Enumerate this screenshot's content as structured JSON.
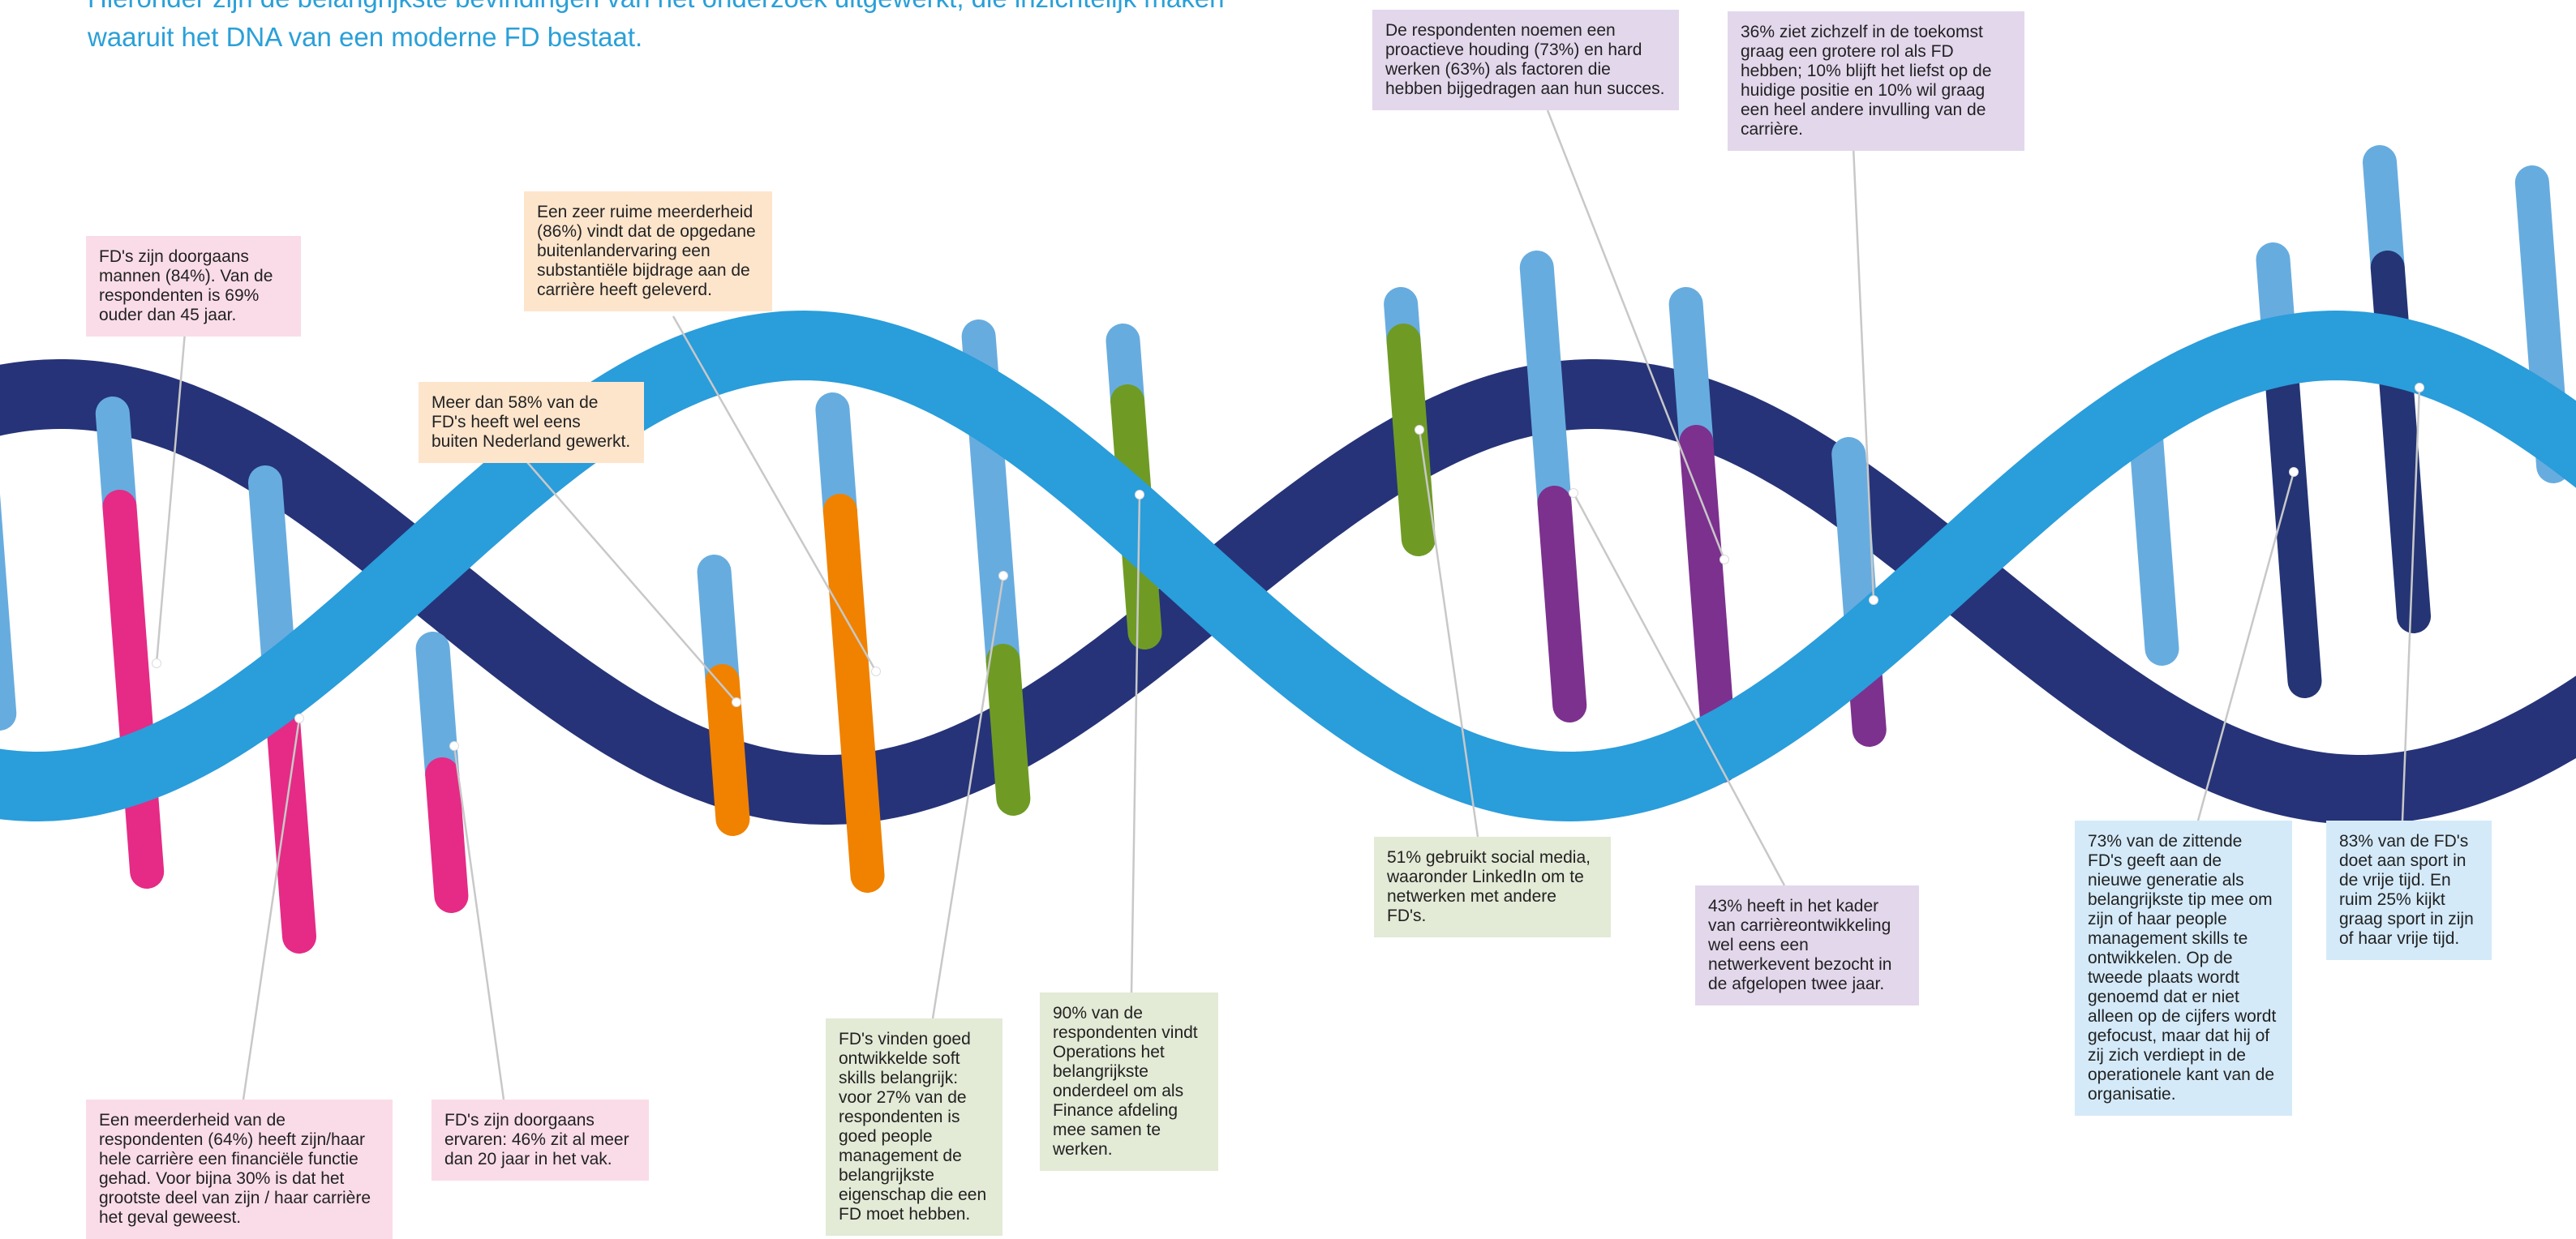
{
  "intro": {
    "line1": "Hieronder zijn de belangrijkste bevindingen van het onderzoek uitgewerkt, die inzichtelijk maken",
    "line2": "waaruit het DNA van een moderne FD bestaat."
  },
  "colors": {
    "backbone_dark": "#263378",
    "backbone_light": "#2a9ddb",
    "rung_base": "#67acdf",
    "pink": "#e52b86",
    "orange": "#f08200",
    "green": "#6f9b25",
    "purple": "#7c318e",
    "navy": "#243475",
    "leader_line": "#c8c8c8"
  },
  "findings": [
    {
      "id": "gender-age",
      "theme": "pink",
      "text": "FD's zijn doorgaans mannen (84%). Van de respondenten is 69% ouder dan 45 jaar."
    },
    {
      "id": "finance-career",
      "theme": "pink",
      "text": "Een meerderheid van de respondenten (64%) heeft zijn/haar hele carrière een financiële functie gehad. Voor bijna 30% is dat het grootste deel van zijn / haar carrière het geval geweest."
    },
    {
      "id": "experience",
      "theme": "pink",
      "text": "FD's zijn doorgaans ervaren: 46% zit al meer dan 20 jaar in het vak."
    },
    {
      "id": "abroad",
      "theme": "orange",
      "text": "Meer dan 58% van de FD's heeft wel eens buiten Nederland gewerkt."
    },
    {
      "id": "abroad-value",
      "theme": "orange",
      "text": "Een zeer ruime meerderheid (86%) vindt dat de opgedane buitenlandervaring een substantiële bijdrage aan de carrière heeft geleverd."
    },
    {
      "id": "soft-skills",
      "theme": "green",
      "text": "FD's vinden goed ontwikkelde soft skills belangrijk: voor 27% van de respondenten is goed people management de belangrijkste eigenschap die een FD moet hebben."
    },
    {
      "id": "operations",
      "theme": "green",
      "text": "90% van de respondenten vindt Operations het belangrijkste onderdeel om als Finance afdeling mee samen te werken."
    },
    {
      "id": "social-media",
      "theme": "green",
      "text": "51% gebruikt social media, waaronder LinkedIn om te netwerken met andere FD's."
    },
    {
      "id": "proactive",
      "theme": "purple",
      "text": "De respondenten noemen een proactieve houding (73%) en hard werken (63%) als factoren die hebben bijgedragen aan hun succes."
    },
    {
      "id": "network-event",
      "theme": "purple",
      "text": "43% heeft in het kader van carrièreontwikkeling wel eens een netwerkevent bezocht in de afgelopen twee jaar."
    },
    {
      "id": "future-role",
      "theme": "purple",
      "text": "36% ziet zichzelf in de toekomst graag een grotere rol als FD hebben; 10% blijft het liefst op de huidige positie en 10% wil graag een heel andere invulling van de carrière."
    },
    {
      "id": "people-management",
      "theme": "blue",
      "text": "73% van de zittende FD's geeft aan de nieuwe generatie als belangrijkste tip mee om zijn of haar people management skills te ontwikkelen. Op de tweede plaats wordt genoemd dat er niet alleen op de cijfers wordt gefocust, maar dat hij of zij zich verdiept in de operationele kant van de organisatie."
    },
    {
      "id": "sport",
      "theme": "blue",
      "text": "83% van de FD's doet aan sport in de vrije tijd. En ruim 25% kijkt graag sport in zijn of haar vrije tijd."
    }
  ]
}
